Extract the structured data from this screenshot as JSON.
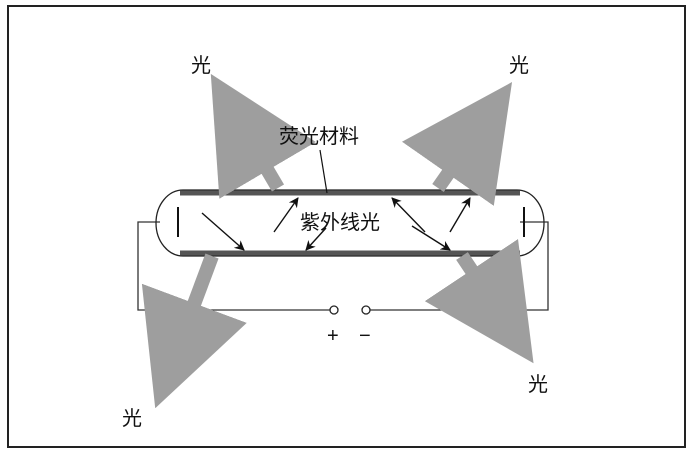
{
  "labels": {
    "light_top_left": "光",
    "light_top_right": "光",
    "light_bottom_left": "光",
    "light_bottom_right": "光",
    "phosphor": "荧光材料",
    "uv_light": "紫外线光",
    "positive": "+",
    "negative": "−"
  },
  "colors": {
    "frame": "#222222",
    "tube_outline": "#222222",
    "coating": "#555555",
    "light_arrow": "#9e9e9e",
    "uv_arrow": "#111111",
    "wire": "#333333"
  }
}
